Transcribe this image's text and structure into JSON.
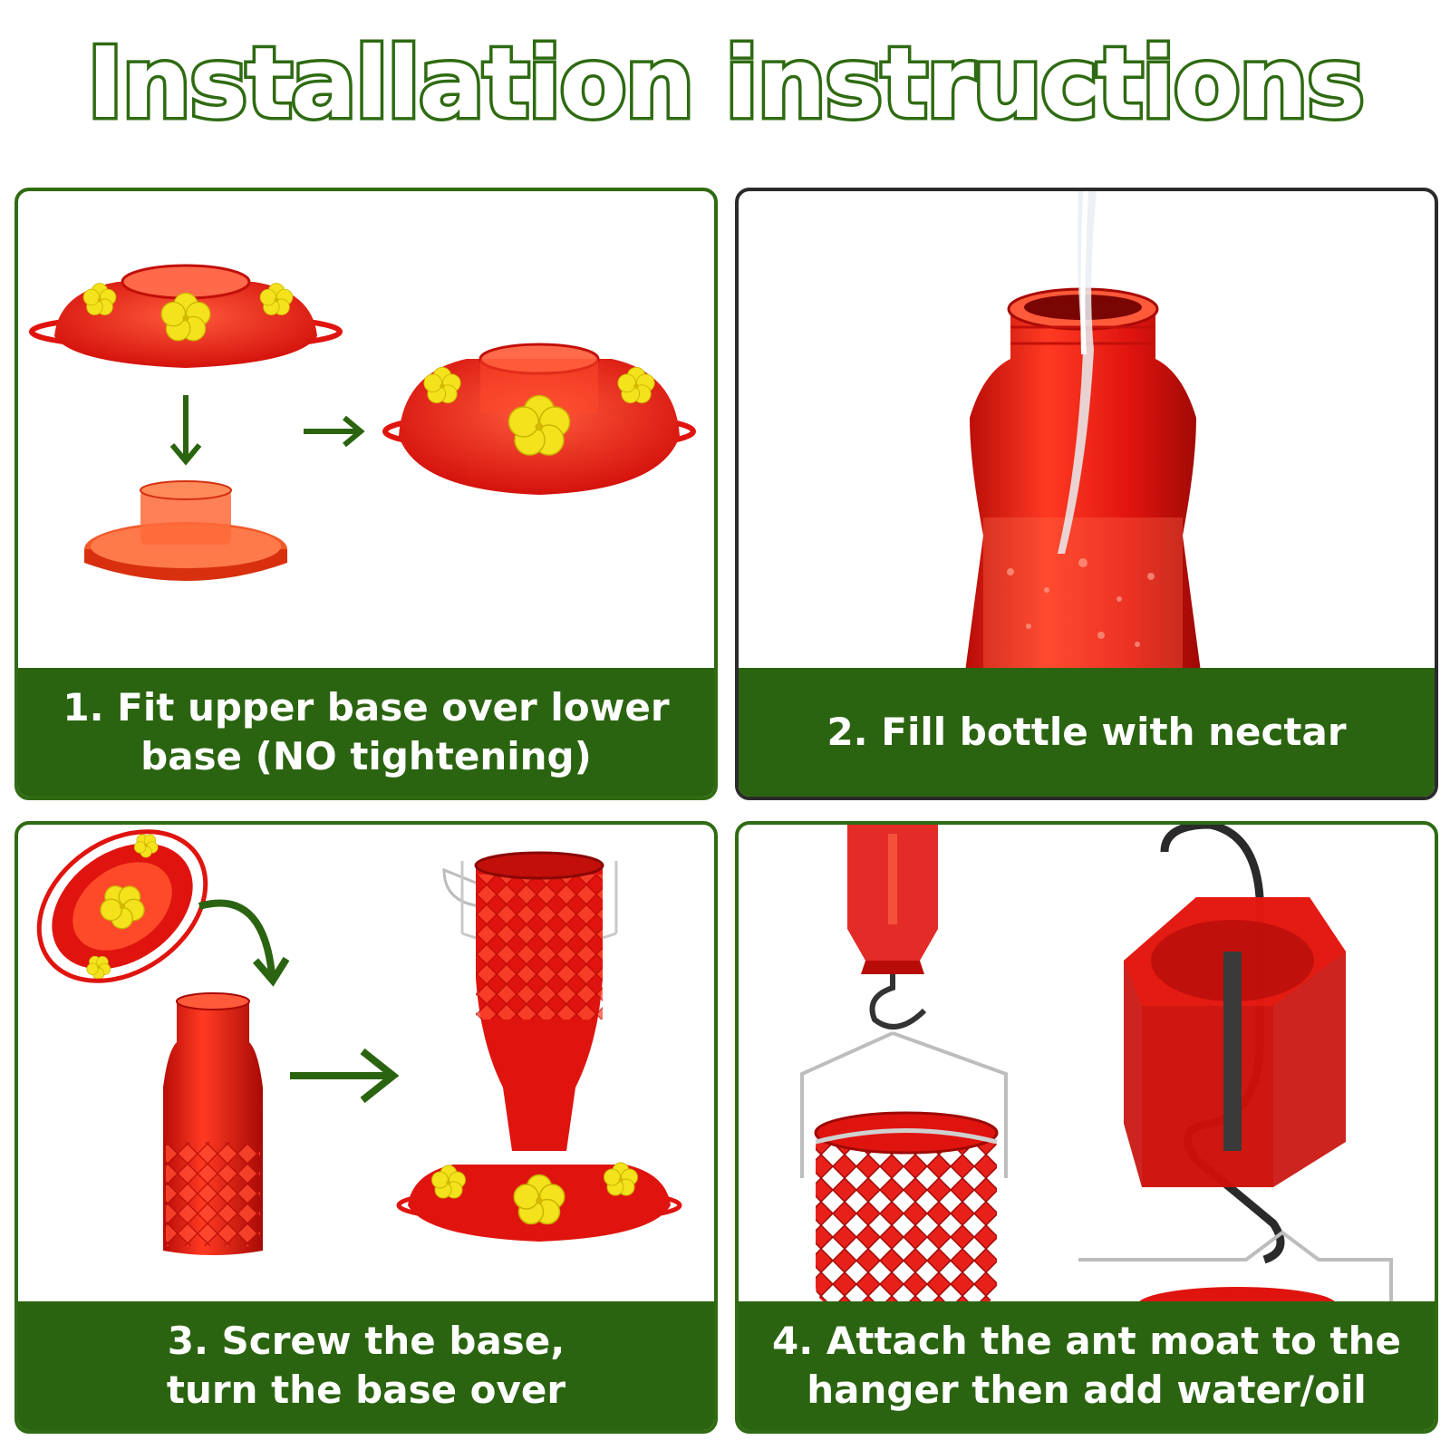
{
  "title": "Installation instructions",
  "colors": {
    "brand_green": "#2b6410",
    "feeder_red": "#e0140f",
    "flower_yellow": "#f4e21c"
  },
  "steps": [
    {
      "caption": "1. Fit upper base over lower\nbase (NO tightening)"
    },
    {
      "caption": "2. Fill bottle with nectar"
    },
    {
      "caption": "3. Screw the base,\nturn the base over"
    },
    {
      "caption": "4. Attach the ant moat to the\nhanger then add water/oil"
    }
  ]
}
